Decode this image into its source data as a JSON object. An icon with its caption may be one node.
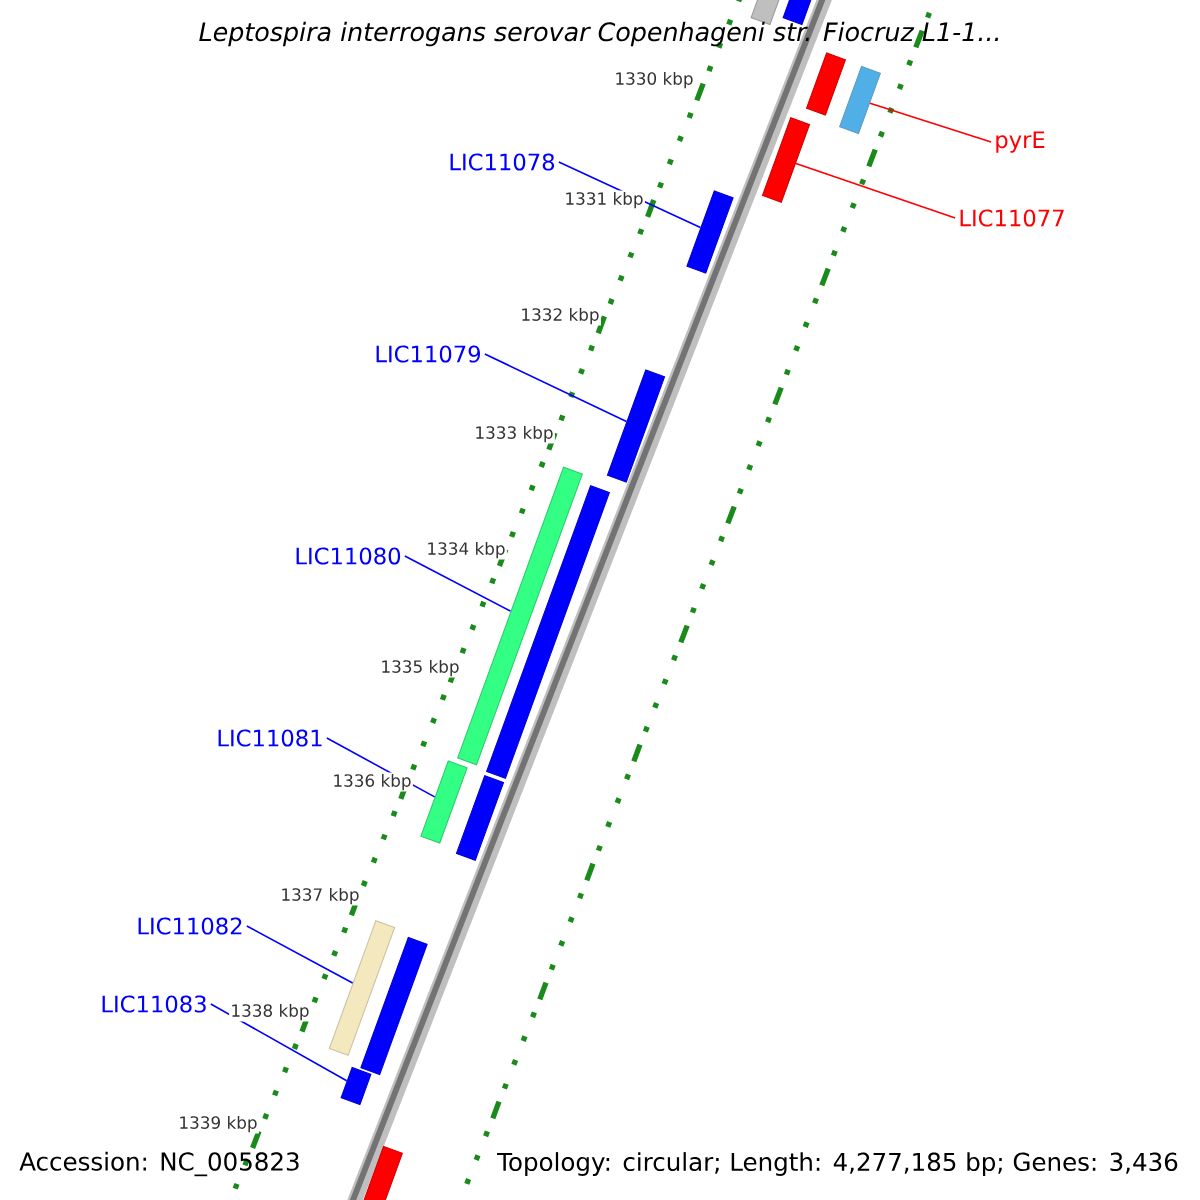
{
  "diagram": {
    "title": "Leptospira interrogans serovar Copenhageni str. Fiocruz L1-1...",
    "nodes": [
      {
        "text": [
          "pyrE"
        ]
      },
      {
        "text": [
          "LIC11078"
        ]
      },
      {
        "text": [
          "LIC11077"
        ]
      },
      {
        "text": [
          "LIC11079"
        ]
      },
      {
        "text": [
          "LIC11080"
        ]
      },
      {
        "text": [
          "LIC11081"
        ]
      },
      {
        "text": [
          "LIC11082"
        ]
      },
      {
        "text": [
          "LIC11083"
        ]
      },
      {
        "text": [],
        "shape": "bar"
      },
      {
        "text": [],
        "shape": "bar"
      },
      {
        "text": [],
        "shape": "bar"
      },
      {
        "text": [],
        "shape": "bar"
      },
      {
        "text": [],
        "shape": "bar"
      },
      {
        "text": [],
        "shape": "bar"
      },
      {
        "text": [],
        "shape": "bar"
      },
      {
        "text": [],
        "shape": "bar"
      },
      {
        "text": [],
        "shape": "bar"
      },
      {
        "text": [],
        "shape": "bar"
      },
      {
        "text": [],
        "shape": "bar"
      },
      {
        "text": [],
        "shape": "bar"
      },
      {
        "text": [],
        "shape": "bar"
      },
      {
        "text": [],
        "shape": "bar"
      },
      {
        "text": [],
        "shape": "bar"
      }
    ],
    "edges": [
      {
        "from": 0,
        "to": 11,
        "arrow": "none",
        "color": "#ff0000"
      },
      {
        "from": 1,
        "to": 13,
        "arrow": "none"
      },
      {
        "from": 2,
        "to": 12,
        "arrow": "none",
        "color": "#ff0000"
      },
      {
        "from": 3,
        "to": 14,
        "arrow": "none"
      },
      {
        "from": 4,
        "to": 15,
        "arrow": "none"
      },
      {
        "from": 5,
        "to": 17,
        "arrow": "none"
      },
      {
        "from": 6,
        "to": 19,
        "arrow": "none"
      },
      {
        "from": 7,
        "to": 21,
        "arrow": "none"
      }
    ],
    "labels": [
      "1330 kbp",
      "1331 kbp",
      "1332 kbp",
      "1333 kbp",
      "1334 kbp",
      "1335 kbp",
      "1336 kbp",
      "1337 kbp",
      "1338 kbp",
      "1339 kbp",
      "Accession: NC_005823",
      "Topology: circular; Length: 4,277,185 bp; Genes: 3,436"
    ]
  }
}
